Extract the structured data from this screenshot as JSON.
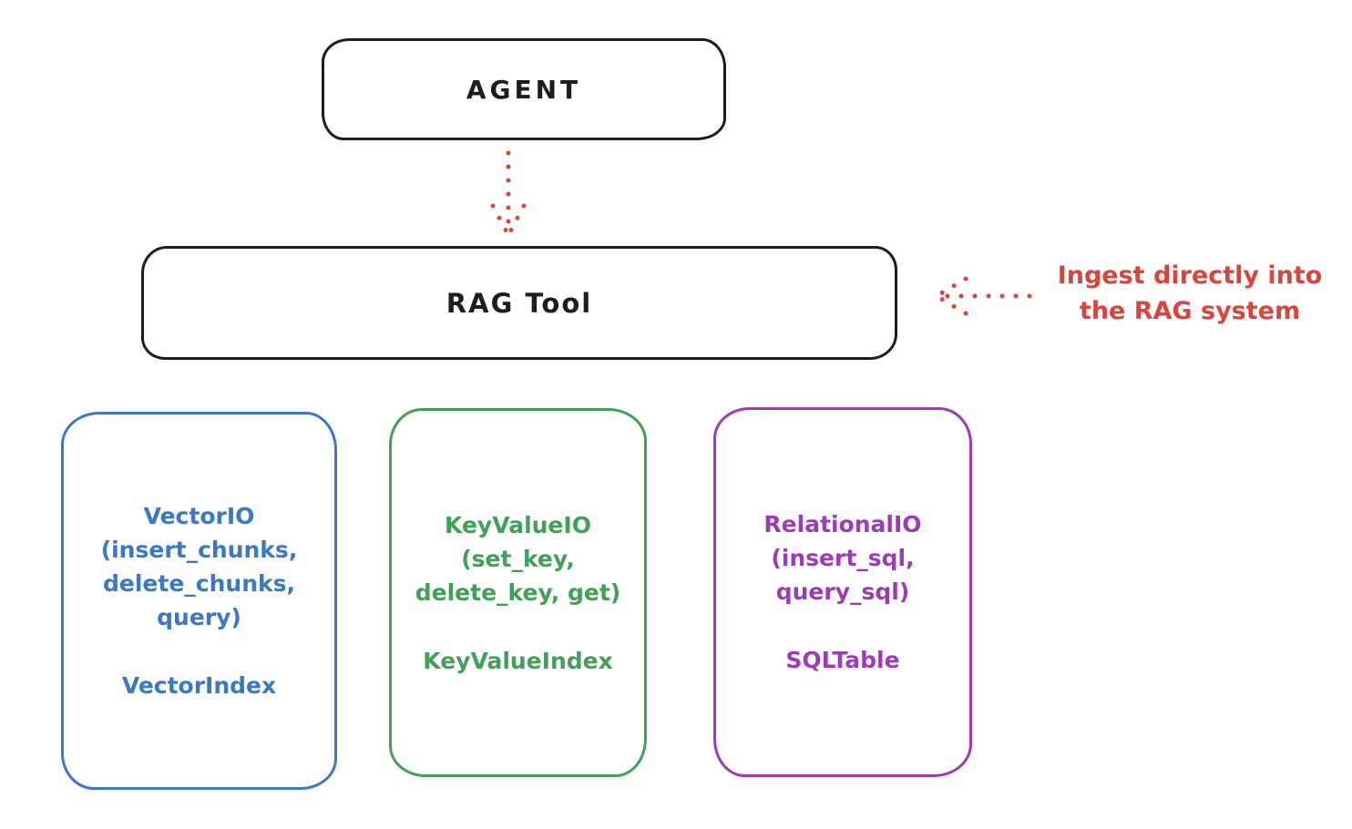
{
  "diagram": {
    "kind": "hand-drawn architecture diagram",
    "background": "#ffffff"
  },
  "colors": {
    "outline_black": "#1d1d1d",
    "accent_red": "#d9453c",
    "vector_blue": "#3b78c4",
    "keyvalue_green": "#40a057",
    "relational_purple": "#9c3ab8"
  },
  "nodes": {
    "agent": {
      "label": "AGENT"
    },
    "rag_tool": {
      "label": "RAG Tool"
    },
    "vector": {
      "lines": [
        "VectorIO",
        "(insert_chunks,",
        "delete_chunks,",
        "query)"
      ],
      "index": "VectorIndex"
    },
    "keyvalue": {
      "lines": [
        "KeyValueIO",
        "(set_key,",
        "delete_key, get)"
      ],
      "index": "KeyValueIndex"
    },
    "relational": {
      "lines": [
        "RelationalIO",
        "(insert_sql,",
        "query_sql)"
      ],
      "index": "SQLTable"
    }
  },
  "edges": {
    "agent_to_ragtool": {
      "style": "dotted",
      "color": "#d9453c",
      "direction": "down"
    },
    "annotation_to_ragtool": {
      "style": "dotted",
      "color": "#d9453c",
      "direction": "left"
    }
  },
  "annotation": {
    "line1": "Ingest directly into",
    "line2": "the RAG system"
  }
}
